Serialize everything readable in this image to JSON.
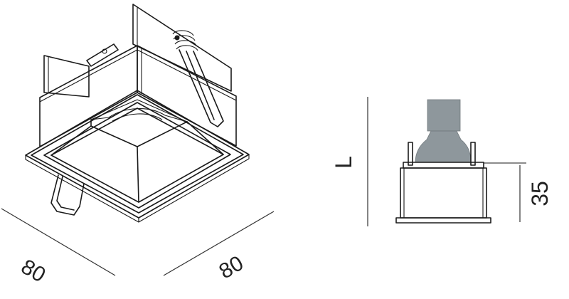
{
  "dimensions": {
    "width_label": "80",
    "depth_label": "80",
    "height_label": "L",
    "offset_label": "35"
  },
  "colors": {
    "line": "#1a1a1a",
    "lamp": "#8e979c",
    "reflector": "#7f888d"
  }
}
